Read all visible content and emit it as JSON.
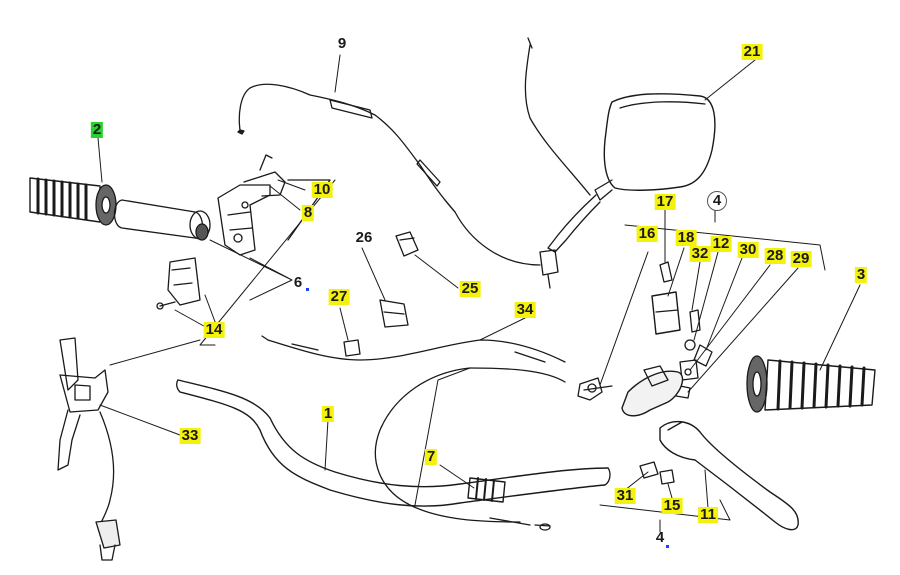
{
  "callouts": {
    "c2": "2",
    "c9": "9",
    "c21": "21",
    "c10": "10",
    "c8": "8",
    "c6": "6",
    "c14": "14",
    "c26": "26",
    "c25": "25",
    "c27": "27",
    "c34": "34",
    "c17": "17",
    "c4top": "4",
    "c16": "16",
    "c18": "18",
    "c32": "32",
    "c12": "12",
    "c30": "30",
    "c28": "28",
    "c29": "29",
    "c3": "3",
    "c1": "1",
    "c33": "33",
    "c7": "7",
    "c31": "31",
    "c15": "15",
    "c11": "11",
    "c4bot": "4"
  },
  "colors": {
    "highlight_yellow": "#f4f10a",
    "highlight_green": "#27d22e",
    "line": "#1a1a1a",
    "accent_dot": "#1f3fff"
  }
}
